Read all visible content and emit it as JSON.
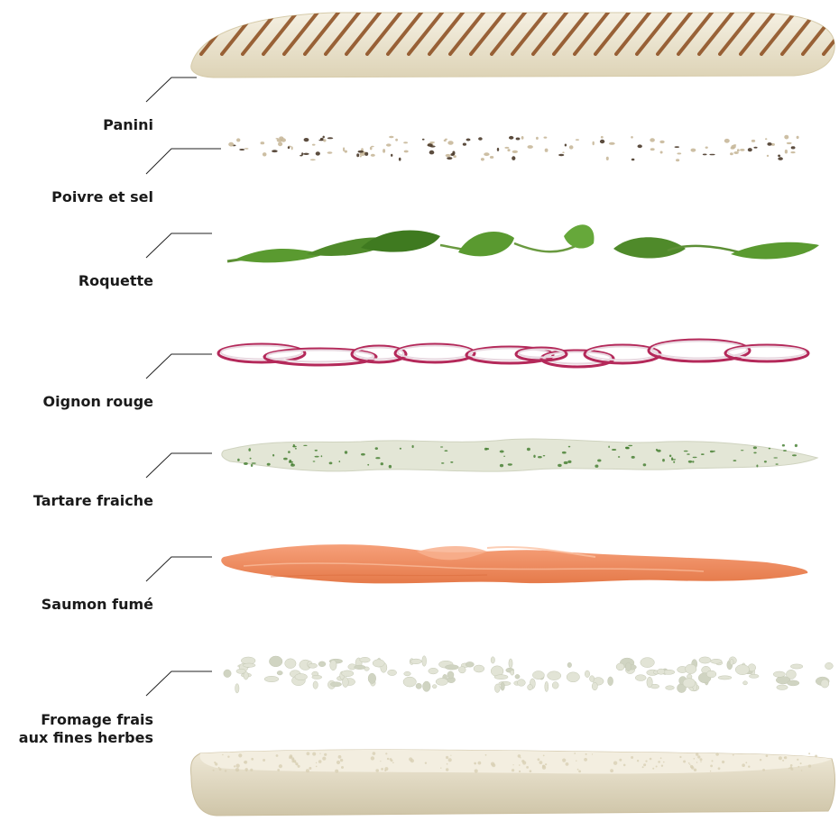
{
  "layers": [
    {
      "id": "panini-top",
      "label": [
        "Panini"
      ]
    },
    {
      "id": "poivre-sel",
      "label": [
        "Poivre et sel"
      ]
    },
    {
      "id": "roquette",
      "label": [
        "Roquette"
      ]
    },
    {
      "id": "oignon",
      "label": [
        "Oignon rouge"
      ]
    },
    {
      "id": "tartare",
      "label": [
        "Tartare fraiche"
      ]
    },
    {
      "id": "saumon",
      "label": [
        "Saumon fumé"
      ]
    },
    {
      "id": "fromage",
      "label": [
        "Fromage frais",
        "aux fines herbes"
      ]
    }
  ],
  "colors": {
    "bread": "#e9e2cc",
    "grill": "#8a4a1c",
    "arugula": "#4f8a2a",
    "onion": "#b4295a",
    "cream": "#e4e6d8",
    "salmon": "#f08a5d",
    "label": "#1a1a1a"
  }
}
